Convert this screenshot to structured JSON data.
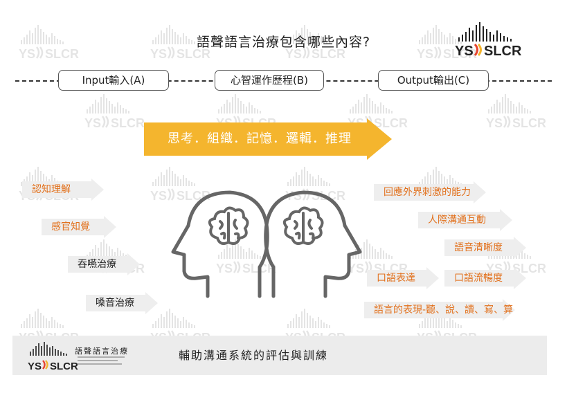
{
  "title": "語聲語言治療包含哪些內容?",
  "brand": {
    "logo_text": "YS SLCR",
    "name": "語聲語言治療"
  },
  "stages": [
    {
      "label": "Input輸入(A)"
    },
    {
      "label": "心智運作歷程(B)"
    },
    {
      "label": "Output輸出(C)"
    }
  ],
  "processes": {
    "label": "思考．組織．記憶．邏輯．推理"
  },
  "left_items": [
    {
      "label": "認知理解",
      "color": "#e2711d"
    },
    {
      "label": "感官知覺",
      "color": "#e2711d"
    },
    {
      "label": "吞嚥治療",
      "color": "#222222"
    },
    {
      "label": "嗓音治療",
      "color": "#222222"
    }
  ],
  "right_items": [
    {
      "label": "回應外界刺激的能力"
    },
    {
      "label": "人際溝通互動"
    },
    {
      "label": "語音清晰度"
    },
    {
      "label": "口語表達"
    },
    {
      "label": "口語流暢度"
    },
    {
      "label": "語言的表現-聽、說、讀、寫、算"
    }
  ],
  "footer": {
    "text": "輔助溝通系統的評估與訓練"
  },
  "colors": {
    "accent": "#f4b52e",
    "orange_text": "#e2711d",
    "logo_red": "#e8432e",
    "arrow_gray": "#eeeeee"
  },
  "icons": [
    "brain-head-left-icon",
    "brain-head-right-icon",
    "sound-bars-logo-icon"
  ]
}
